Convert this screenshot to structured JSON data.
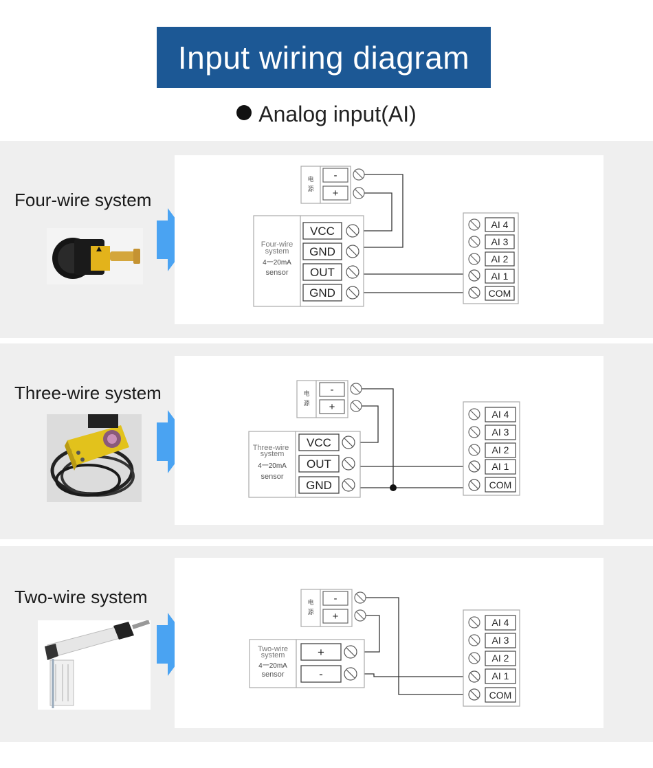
{
  "header": {
    "title": "Input wiring diagram",
    "subtitle": "Analog input(AI)"
  },
  "power_block": {
    "label_top": "电",
    "label_bottom": "源",
    "minus": "-",
    "plus": "+"
  },
  "terminal_block": {
    "ai4": "AI 4",
    "ai3": "AI 3",
    "ai2": "AI 2",
    "ai1": "AI 1",
    "com": "COM"
  },
  "sensor_text": {
    "line2": "system",
    "line3": "4一20mA",
    "line4": "sensor"
  },
  "sections": {
    "four_wire": {
      "label": "Four-wire system",
      "sensor_title": "Four-wire",
      "terminals": [
        "VCC",
        "GND",
        "OUT",
        "GND"
      ]
    },
    "three_wire": {
      "label": "Three-wire system",
      "sensor_title": "Three-wire",
      "terminals": [
        "VCC",
        "OUT",
        "GND"
      ]
    },
    "two_wire": {
      "label": "Two-wire system",
      "sensor_title": "Two-wire",
      "terminals": [
        "+",
        "-"
      ]
    }
  },
  "colors": {
    "banner": "#1c5895",
    "arrow": "#4aa3f2",
    "band": "#efefef",
    "wire": "#333333"
  }
}
